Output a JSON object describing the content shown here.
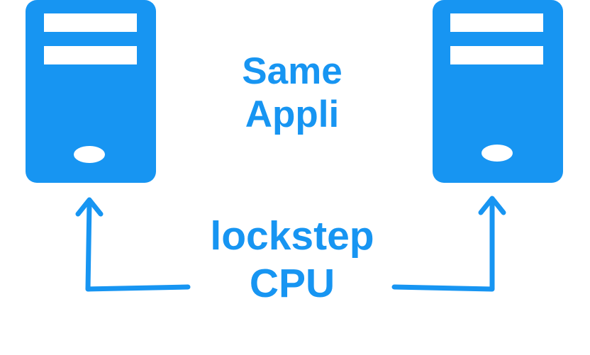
{
  "diagram": {
    "color": "#1795f2",
    "top_label": {
      "line1": "Same",
      "line2": "Appli"
    },
    "bottom_label": {
      "line1": "lockstep",
      "line2": "CPU"
    },
    "nodes": [
      {
        "icon": "server-tower-icon"
      },
      {
        "icon": "server-tower-icon"
      }
    ]
  }
}
